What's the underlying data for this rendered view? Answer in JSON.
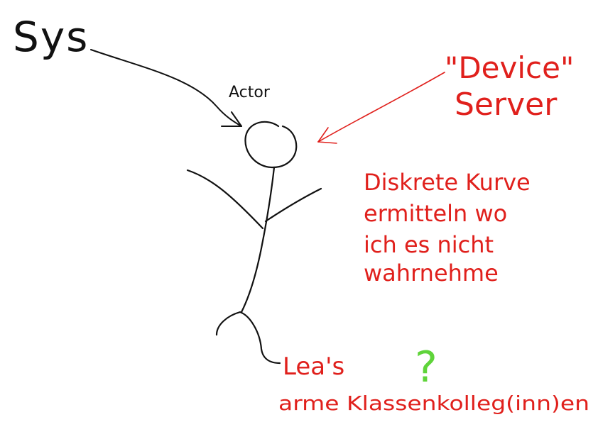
{
  "colors": {
    "black": "#111111",
    "red": "#e0201c",
    "green": "#5fd43a",
    "background": "#ffffff"
  },
  "labels": {
    "sys": "Sys",
    "actor": "Actor",
    "device_line1": "\"Device\"",
    "device_line2": "Server",
    "note_line1": "Diskrete Kurve",
    "note_line2": "ermitteln wo",
    "note_line3": "ich es nicht",
    "note_line4": "wahrnehme",
    "lea_line1": "Lea's",
    "lea_line2": "arme Klassenkolleg(inn)en",
    "question": "?"
  }
}
